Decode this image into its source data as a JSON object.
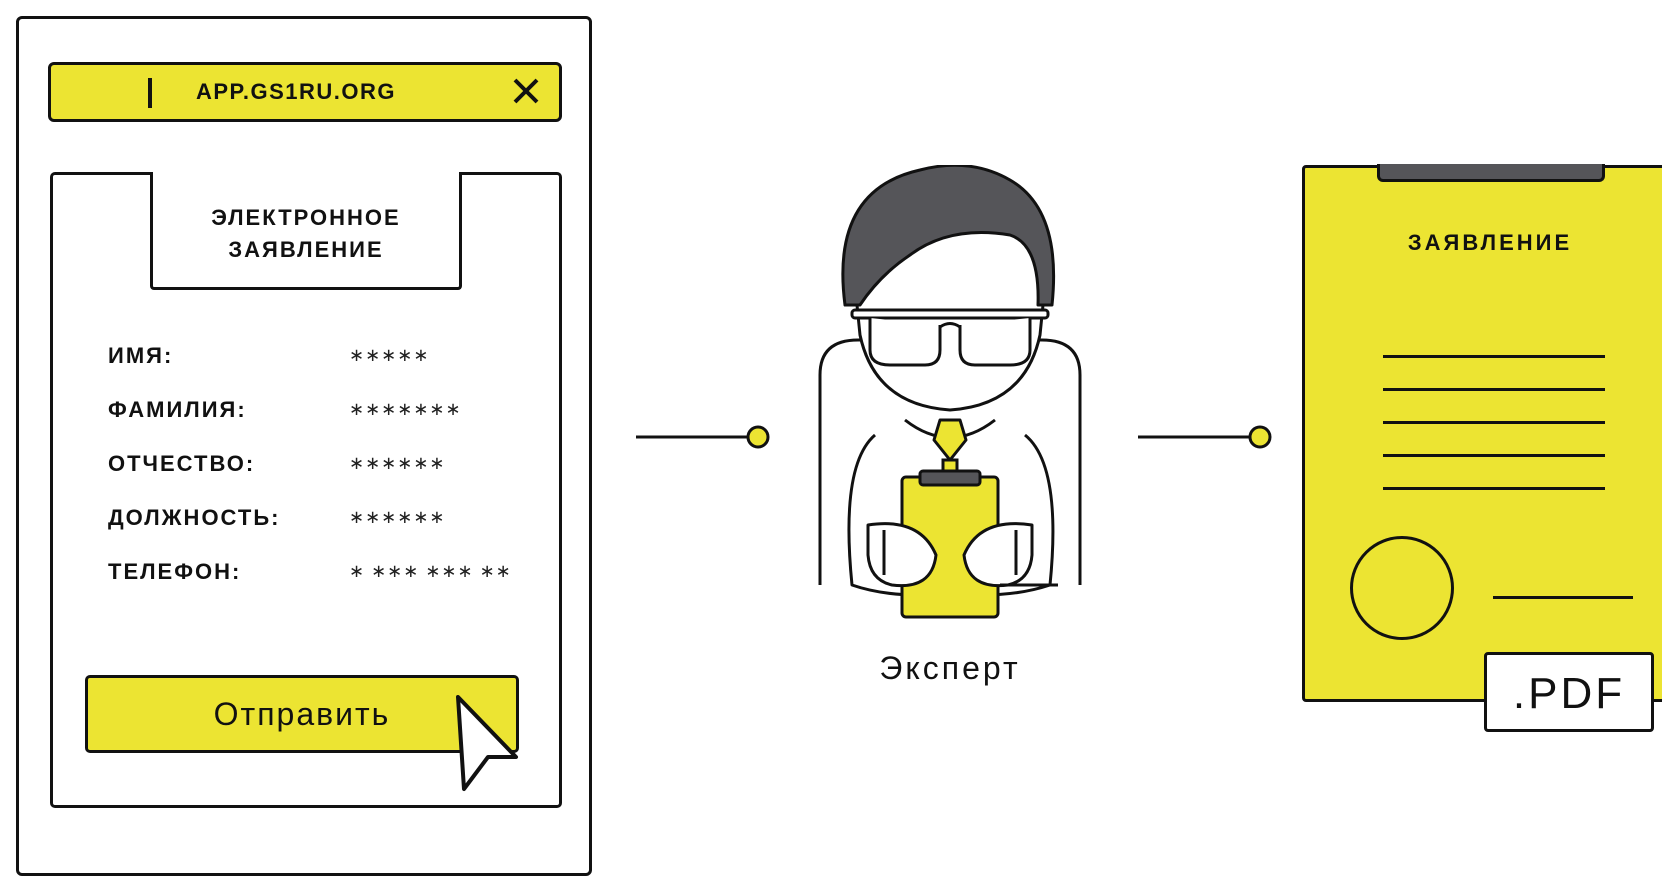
{
  "browser": {
    "url": "APP.GS1RU.ORG",
    "close_icon": "close-icon"
  },
  "form": {
    "title": "ЭЛЕКТРОННОЕ\nЗАЯВЛЕНИЕ",
    "fields": [
      {
        "label": "ИМЯ:",
        "value": "∗∗∗∗∗"
      },
      {
        "label": "ФАМИЛИЯ:",
        "value": "∗∗∗∗∗∗∗"
      },
      {
        "label": "ОТЧЕСТВО:",
        "value": "∗∗∗∗∗∗"
      },
      {
        "label": "ДОЛЖНОСТЬ:",
        "value": "∗∗∗∗∗∗"
      },
      {
        "label": "ТЕЛЕФОН:",
        "value": "∗ ∗∗∗ ∗∗∗ ∗∗"
      }
    ],
    "submit_label": "Отправить"
  },
  "expert": {
    "label": "Эксперт"
  },
  "document": {
    "title": "ЗАЯВЛЕНИЕ",
    "format": ".PDF"
  },
  "colors": {
    "accent_yellow": "#ece432",
    "hair_gray": "#555559",
    "outline": "#111111"
  }
}
